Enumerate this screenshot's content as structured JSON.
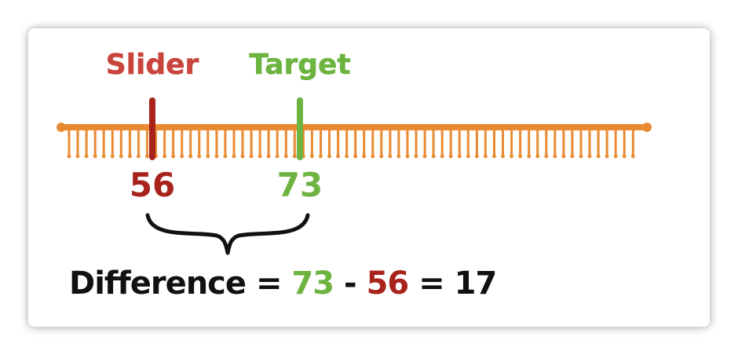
{
  "labels": {
    "slider": "Slider",
    "target": "Target",
    "slider_value": "56",
    "target_value": "73"
  },
  "equation": {
    "word": "Difference",
    "eq1": "=",
    "target_value": "73",
    "minus": "-",
    "slider_value": "56",
    "eq2": "=",
    "result": "17"
  },
  "scale": {
    "min": 50,
    "max": 100,
    "slider_value": 56,
    "target_value": 73
  },
  "colors": {
    "slider": "#c9443c",
    "slider_dark": "#a8231b",
    "target": "#6db33f",
    "ruler": "#e98a33",
    "brace": "#111111"
  }
}
